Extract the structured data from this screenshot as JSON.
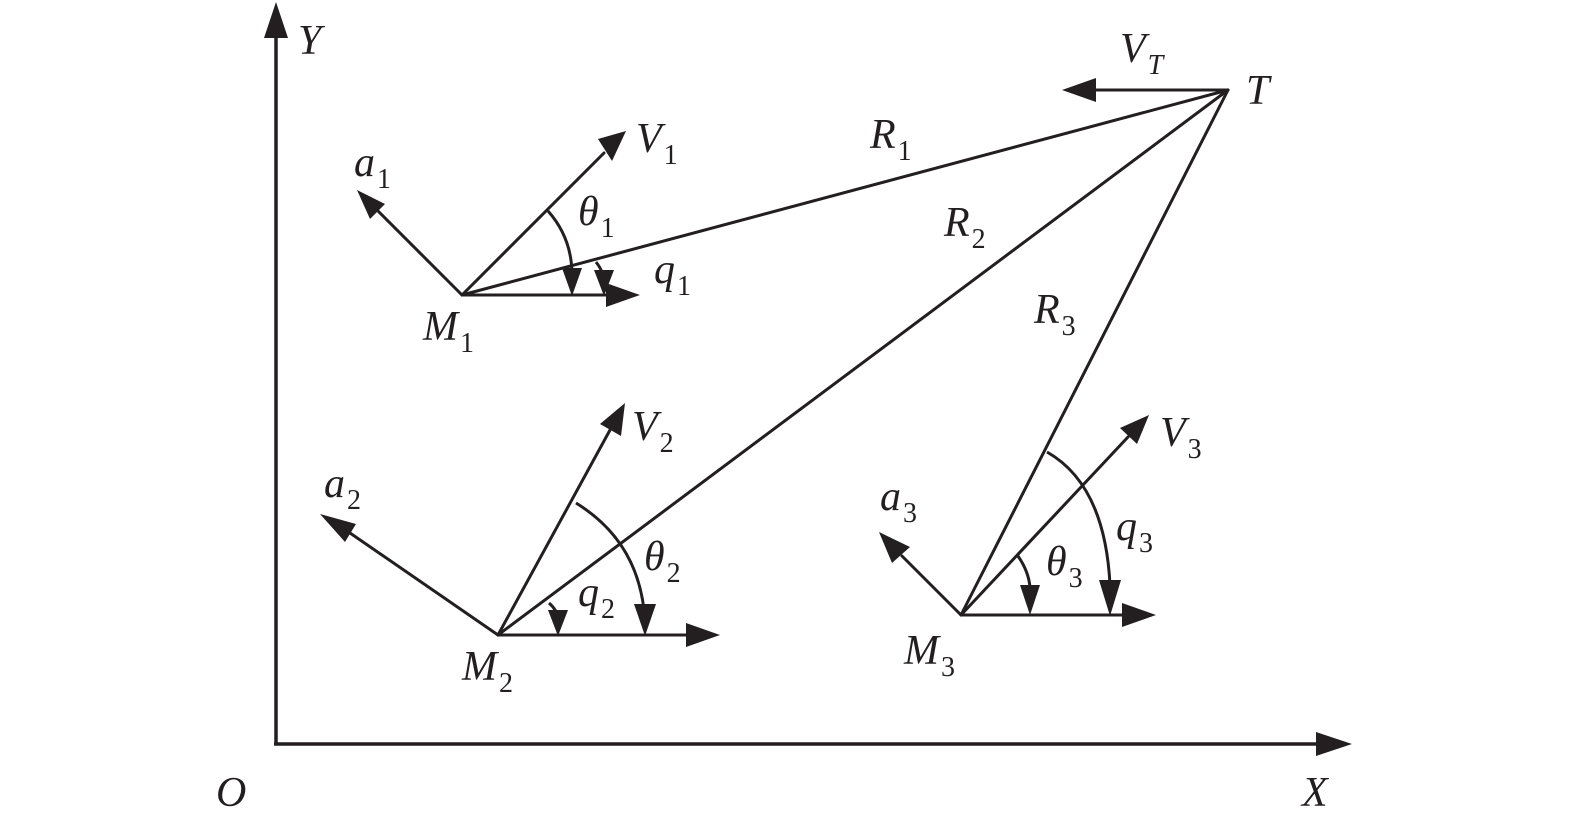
{
  "axes": {
    "y_label": "Y",
    "x_label": "X",
    "origin_label": "O"
  },
  "target": {
    "label": "T",
    "velocity": {
      "main": "V",
      "sub": "T"
    }
  },
  "ranges": [
    {
      "main": "R",
      "sub": "1"
    },
    {
      "main": "R",
      "sub": "2"
    },
    {
      "main": "R",
      "sub": "3"
    }
  ],
  "missiles": [
    {
      "point": {
        "main": "M",
        "sub": "1"
      },
      "velocity": {
        "main": "V",
        "sub": "1"
      },
      "accel": {
        "main": "a",
        "sub": "1"
      },
      "heading": {
        "main": "θ",
        "sub": "1"
      },
      "los": {
        "main": "q",
        "sub": "1"
      }
    },
    {
      "point": {
        "main": "M",
        "sub": "2"
      },
      "velocity": {
        "main": "V",
        "sub": "2"
      },
      "accel": {
        "main": "a",
        "sub": "2"
      },
      "heading": {
        "main": "θ",
        "sub": "2"
      },
      "los": {
        "main": "q",
        "sub": "2"
      }
    },
    {
      "point": {
        "main": "M",
        "sub": "3"
      },
      "velocity": {
        "main": "V",
        "sub": "3"
      },
      "accel": {
        "main": "a",
        "sub": "3"
      },
      "heading": {
        "main": "θ",
        "sub": "3"
      },
      "los": {
        "main": "q",
        "sub": "3"
      }
    }
  ]
}
